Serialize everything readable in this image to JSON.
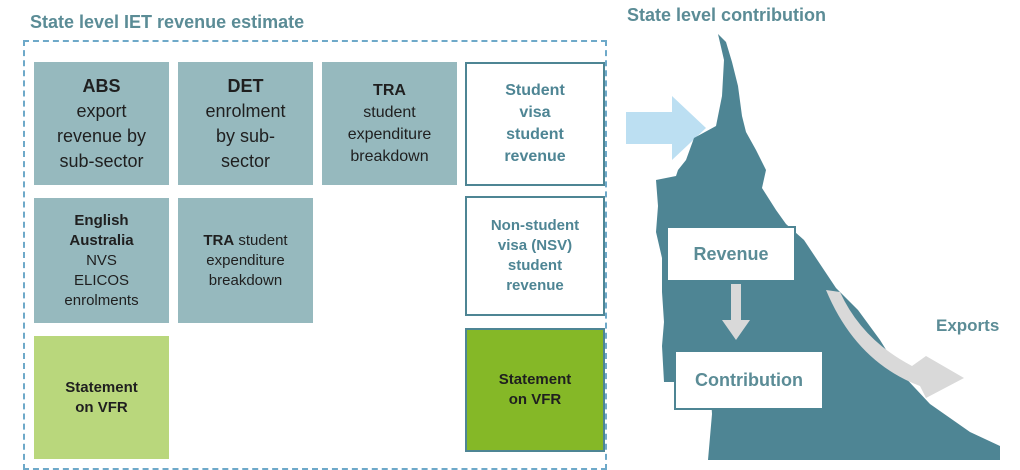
{
  "titles": {
    "left": "State level IET revenue estimate",
    "right": "State level contribution"
  },
  "boxes": {
    "abs": {
      "bold": "ABS",
      "lines": [
        "export",
        "revenue by",
        "sub-sector"
      ]
    },
    "det": {
      "bold": "DET",
      "lines": [
        "enrolment",
        "by sub-",
        "sector"
      ]
    },
    "tra1": {
      "bold": "TRA",
      "lines": [
        "student",
        "expenditure",
        "breakdown"
      ]
    },
    "student_visa": {
      "lines": [
        "Student",
        "visa",
        "student",
        "revenue"
      ]
    },
    "english": {
      "bold_lines": [
        "English",
        "Australia"
      ],
      "lines": [
        "NVS",
        "ELICOS",
        "enrolments"
      ]
    },
    "tra2": {
      "bold": "TRA",
      "first_rest": " student",
      "lines": [
        "expenditure",
        "breakdown"
      ]
    },
    "nsv": {
      "lines": [
        "Non-student",
        "visa (NSV)",
        "student",
        "revenue"
      ]
    },
    "vfr_left": {
      "lines": [
        "Statement",
        "on VFR"
      ]
    },
    "vfr_right": {
      "lines": [
        "Statement",
        "on VFR"
      ]
    }
  },
  "map": {
    "revenue": "Revenue",
    "contribution": "Contribution",
    "exports": "Exports"
  },
  "colors": {
    "teal_box": "#96b9be",
    "outline": "#4e8594",
    "light_green": "#b9d77c",
    "green": "#85b827",
    "map_fill": "#4e8594",
    "arrow_blue": "#bcdff2",
    "arrow_grey": "#d9d9d9"
  }
}
